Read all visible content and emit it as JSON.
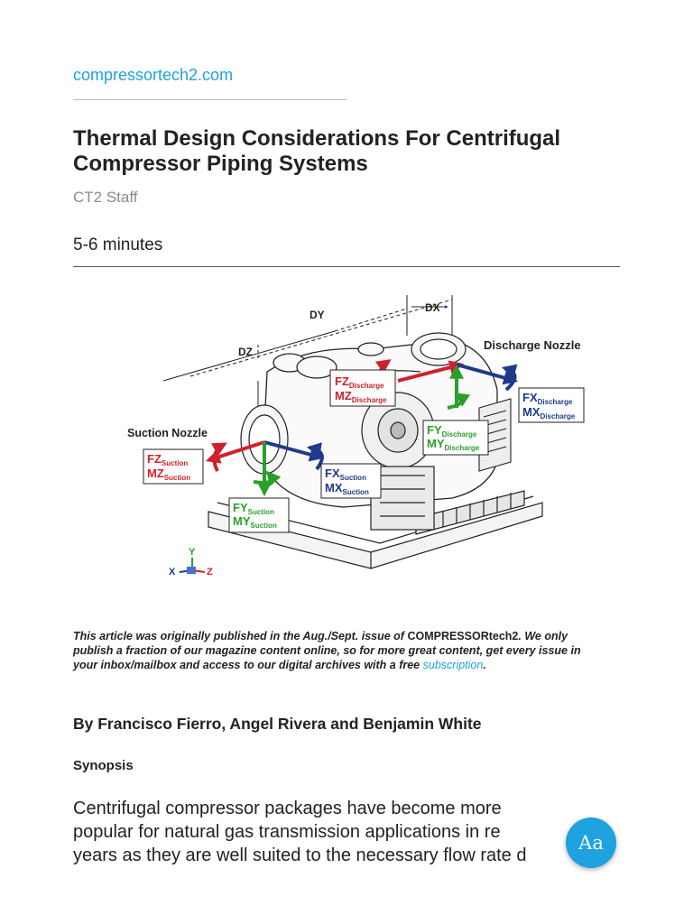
{
  "site": {
    "link_text": "compressortech2.com"
  },
  "article": {
    "title": "Thermal Design Considerations For Centrifugal Compressor Piping Systems",
    "author": "CT2 Staff",
    "read_time": "5-6 minutes"
  },
  "figure": {
    "dims": {
      "dy": "DY",
      "dx": "DX",
      "dz": "DZ"
    },
    "discharge_label": "Discharge Nozzle",
    "suction_label": "Suction Nozzle",
    "fz_discharge": {
      "main": "FZ",
      "sub": "Discharge"
    },
    "mz_discharge": {
      "main": "MZ",
      "sub": "Discharge"
    },
    "fx_discharge": {
      "main": "FX",
      "sub": "Discharge"
    },
    "mx_discharge": {
      "main": "MX",
      "sub": "Discharge"
    },
    "fy_discharge": {
      "main": "FY",
      "sub": "Discharge"
    },
    "my_discharge": {
      "main": "MY",
      "sub": "Discharge"
    },
    "fz_suction": {
      "main": "FZ",
      "sub": "Suction"
    },
    "mz_suction": {
      "main": "MZ",
      "sub": "Suction"
    },
    "fx_suction": {
      "main": "FX",
      "sub": "Suction"
    },
    "mx_suction": {
      "main": "MX",
      "sub": "Suction"
    },
    "fy_suction": {
      "main": "FY",
      "sub": "Suction"
    },
    "my_suction": {
      "main": "MY",
      "sub": "Suction"
    },
    "axes": {
      "x": "X",
      "y": "Y",
      "z": "Z"
    },
    "colors": {
      "red": "#d0202a",
      "green": "#2aa02a",
      "blue": "#1f3a8a"
    }
  },
  "note": {
    "part1": "This article was originally published in the Aug./Sept. issue of ",
    "magazine": "COMPRESSORtech2",
    "part2": ". We only publish a fraction of our magazine content online, so for more great content, get every issue in your inbox/mailbox and access to our digital archives with a free ",
    "link": "subscription",
    "part3": "."
  },
  "byline": "By Francisco Fierro, Angel Rivera and Benjamin White",
  "synopsis_heading": "Synopsis",
  "body_text": "Centrifugal compressor packages have become more\npopular for natural gas transmission applications in re\nyears as they are well suited to the necessary flow rate d",
  "reader_button": {
    "label": "Aa"
  },
  "colors": {
    "accent": "#1ea2e0"
  }
}
